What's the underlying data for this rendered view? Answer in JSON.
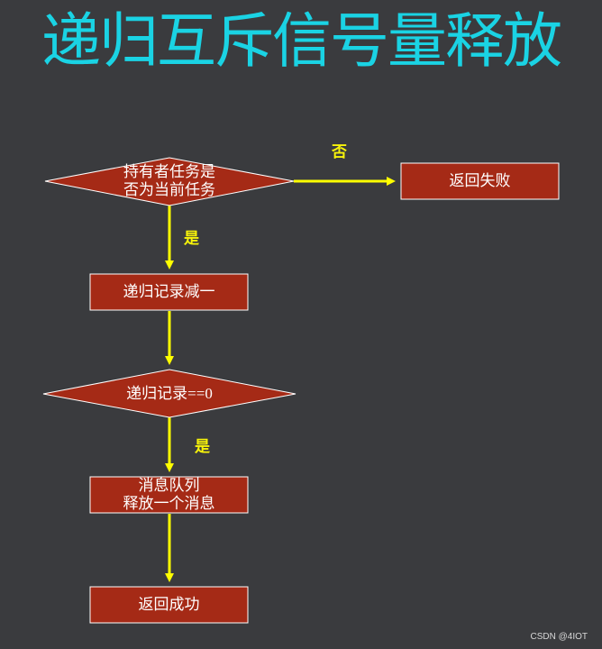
{
  "title": "递归互斥信号量释放",
  "nodes": {
    "decision_owner": {
      "line1": "持有者任务是",
      "line2": "否为当前任务"
    },
    "return_fail": "返回失败",
    "decrement": "递归记录减一",
    "decision_zero": "递归记录==0",
    "release": {
      "line1": "消息队列",
      "line2": "释放一个消息"
    },
    "return_success": "返回成功"
  },
  "edge_labels": {
    "no": "否",
    "yes1": "是",
    "yes2": "是"
  },
  "colors": {
    "background": "#3a3b3e",
    "title": "#1ad3e4",
    "node_fill": "#a52a16",
    "arrow": "#ffff00",
    "edge_label": "#f7f30a"
  },
  "watermark": "CSDN @4IOT"
}
